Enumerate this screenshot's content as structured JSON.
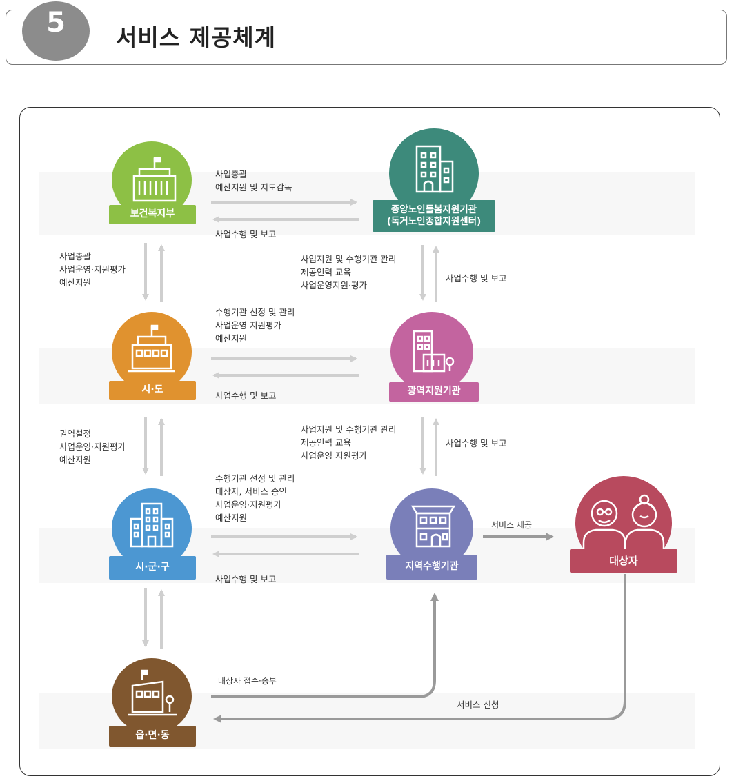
{
  "header": {
    "number": "5",
    "title": "서비스 제공체계"
  },
  "nodes": {
    "ministry": {
      "label": "보건복지부",
      "color": "#8dc045"
    },
    "central": {
      "label_line1": "중앙노인돌봄지원기관",
      "label_line2": "(독거노인종합지원센터)",
      "color": "#3d8a7b"
    },
    "province": {
      "label": "시·도",
      "color": "#e0922f"
    },
    "regional": {
      "label": "광역지원기관",
      "color": "#c3649f"
    },
    "city": {
      "label": "시·군·구",
      "color": "#4c97d2"
    },
    "local": {
      "label": "지역수행기관",
      "color": "#7a7fb9"
    },
    "beneficiary": {
      "label": "대상자",
      "color": "#b84a5e"
    },
    "town": {
      "label": "읍·면·동",
      "color": "#80572f"
    }
  },
  "flows": {
    "ministry_to_central": "사업총괄\n예산지원 및 지도감독",
    "central_to_ministry": "사업수행 및 보고",
    "ministry_to_province": "사업총괄\n사업운영·지원평가\n예산지원",
    "central_to_regional": "사업지원 및 수행기관 관리\n제공인력 교육\n사업운영지원·평가",
    "regional_to_central": "사업수행 및 보고",
    "province_to_regional": "수행기관 선정 및 관리\n사업운영 지원평가\n예산지원",
    "regional_to_province": "사업수행 및 보고",
    "province_to_city": "권역설정\n사업운영·지원평가\n예산지원",
    "regional_to_local": "사업지원 및 수행기관 관리\n제공인력 교육\n사업운영 지원평가",
    "local_to_regional": "사업수행 및 보고",
    "city_to_local": "수행기관 선정 및 관리\n대상자, 서비스 승인\n사업운영·지원평가\n예산지원",
    "local_to_city": "사업수행 및 보고",
    "local_to_beneficiary": "서비스 제공",
    "town_to_local": "대상자 접수·송부",
    "beneficiary_to_town": "서비스 신청"
  }
}
